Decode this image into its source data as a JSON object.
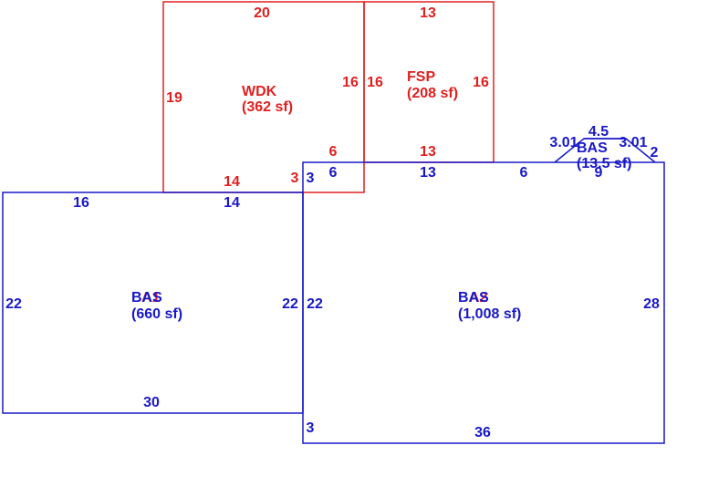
{
  "colors": {
    "upper_level": "#e02020",
    "base_level": "#1818c8"
  },
  "areas": {
    "wdk": {
      "code": "WDK",
      "area": "(362 sf)"
    },
    "fsp": {
      "code": "FSP",
      "area": "(208 sf)"
    },
    "bas_bay": {
      "code": "BAS",
      "area": "(13.5 sf)"
    },
    "left": {
      "code_red": "A1",
      "code_blue": "BAS",
      "area": "(660 sf)"
    },
    "right": {
      "code_red": "A2",
      "code_blue": "BAS",
      "area": "(1,008 sf)"
    }
  },
  "dimensions": {
    "wdk_top": "20",
    "wdk_left": "19",
    "wdk_right": "16",
    "wdk_bottom_left": "14",
    "wdk_notch": "3",
    "wdk_bottom_right": "6",
    "fsp_top": "13",
    "fsp_left": "16",
    "fsp_right": "16",
    "fsp_bottom": "13",
    "bay_left": "3.01",
    "bay_top": "4.5",
    "bay_right": "3.01",
    "bay_side": "2",
    "bay_base": "9",
    "left_top_a": "16",
    "left_top_b": "14",
    "left_left": "22",
    "left_right": "22",
    "left_bottom": "30",
    "right_notch_top": "3",
    "right_top_a": "6",
    "right_top_b": "13",
    "right_top_c": "6",
    "right_left": "22",
    "right_right": "28",
    "right_notch_bottom": "3",
    "right_bottom": "36"
  }
}
